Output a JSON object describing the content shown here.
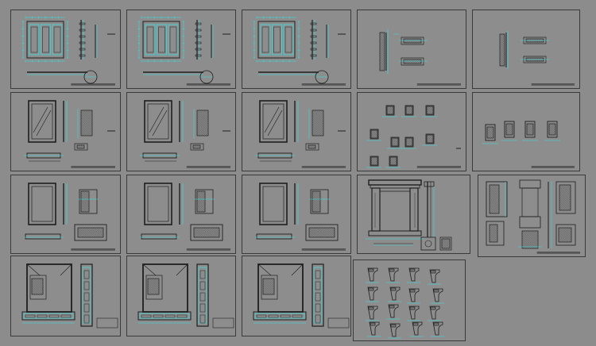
{
  "viewport": {
    "background": "#8c8c8c"
  },
  "colors": {
    "sheet": "#8d8d8d",
    "border": "#3a3a3a",
    "line_dark": "#1e1e1e",
    "line_cyan": "#2ee6e6",
    "hatch": "#2a2a2a"
  },
  "sheets": [
    {
      "kind": "door-elevation"
    },
    {
      "kind": "door-elevation"
    },
    {
      "kind": "door-elevation"
    },
    {
      "kind": "section-details"
    },
    {
      "kind": "section-details-small"
    },
    {
      "kind": "window-elevation"
    },
    {
      "kind": "window-elevation"
    },
    {
      "kind": "window-elevation"
    },
    {
      "kind": "block-details"
    },
    {
      "kind": "block-details-small"
    },
    {
      "kind": "window-elevation-b"
    },
    {
      "kind": "window-elevation-b"
    },
    {
      "kind": "window-elevation-b"
    },
    {
      "kind": "mantel-elevation"
    },
    {
      "kind": "column-details"
    },
    {
      "kind": "cabinet-elevation"
    },
    {
      "kind": "cabinet-elevation"
    },
    {
      "kind": "cabinet-elevation"
    },
    {
      "kind": "molding-details"
    }
  ]
}
